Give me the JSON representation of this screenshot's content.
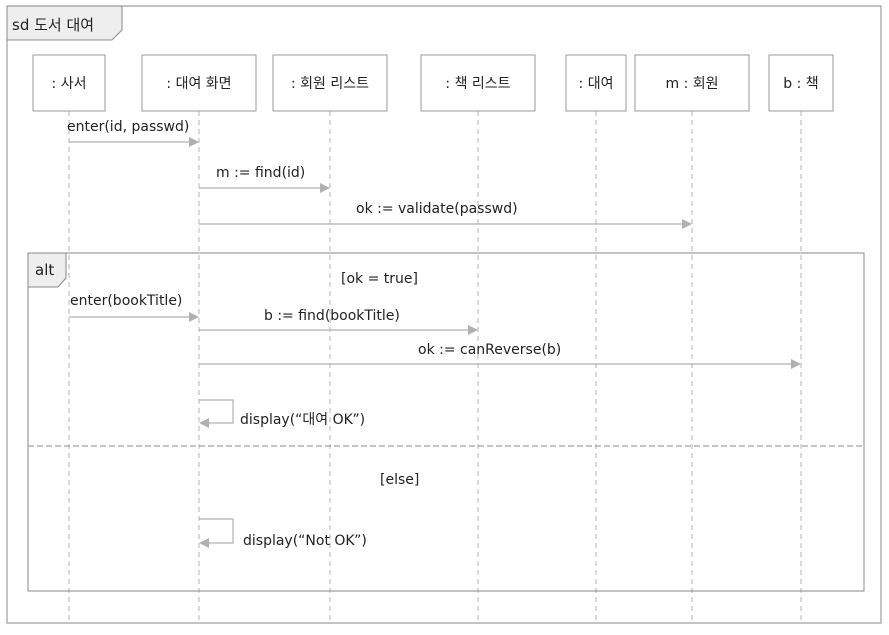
{
  "frame": {
    "title": "sd 도서 대여"
  },
  "lifelines": [
    {
      "label": ": 사서"
    },
    {
      "label": ": 대여 화면"
    },
    {
      "label": ": 회원 리스트"
    },
    {
      "label": ": 책 리스트"
    },
    {
      "label": ": 대여"
    },
    {
      "label": "m : 회원"
    },
    {
      "label": "b : 책"
    }
  ],
  "messages": [
    {
      "label": "enter(id, passwd)"
    },
    {
      "label": "m := find(id)"
    },
    {
      "label": "ok := validate(passwd)"
    }
  ],
  "alt": {
    "label": "alt",
    "guard_true": "[ok = true]",
    "guard_else": "[else]",
    "messages": [
      {
        "label": "enter(bookTitle)"
      },
      {
        "label": "b := find(bookTitle)"
      },
      {
        "label": "ok := canReverse(b)"
      },
      {
        "label": "display(“대여 OK”)"
      }
    ],
    "else_messages": [
      {
        "label": "display(“Not OK”)"
      }
    ]
  },
  "colors": {
    "frame_border": "#8a8a8a",
    "tab_fill": "#eeeeee",
    "lifeline_dash": "#b5b5b5",
    "arrow": "#b0b0b0",
    "text": "#222222"
  }
}
